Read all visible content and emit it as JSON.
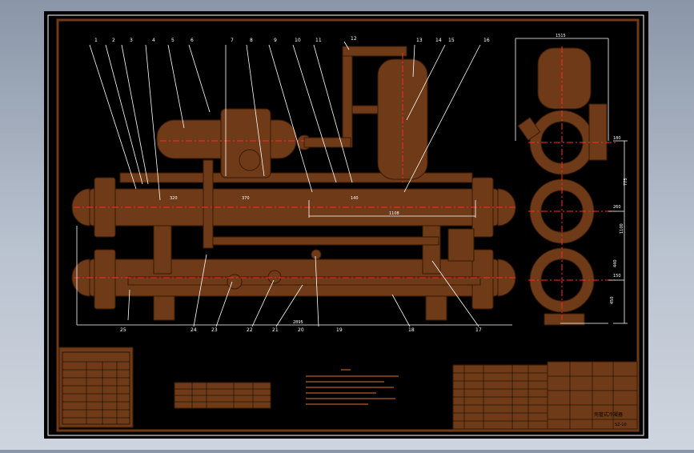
{
  "drawing": {
    "colors": {
      "background": "#000000",
      "frame": "#ffffff",
      "part": "#6e3a17",
      "part_dark": "#3a1a07",
      "centerline": "#ff2a2a",
      "leader": "#ffffff"
    },
    "balloons": [
      "1",
      "2",
      "3",
      "4",
      "5",
      "6",
      "7",
      "8",
      "9",
      "10",
      "11",
      "12",
      "13",
      "14",
      "15",
      "16",
      "17",
      "18",
      "19",
      "20",
      "21",
      "22",
      "23",
      "24",
      "25"
    ],
    "dimensions": {
      "span_main": "1108",
      "d_320": "320",
      "d_370": "370",
      "d_140": "140",
      "d_2895": "2895",
      "side_width": "1515",
      "side_775": "775",
      "side_1100": "1100",
      "side_440": "440",
      "side_450": "450",
      "side_180": "180",
      "side_260": "260",
      "side_150": "150"
    },
    "title_block": {
      "title": "壳管式冷凝器",
      "drawing_no": "SZ-10"
    }
  }
}
